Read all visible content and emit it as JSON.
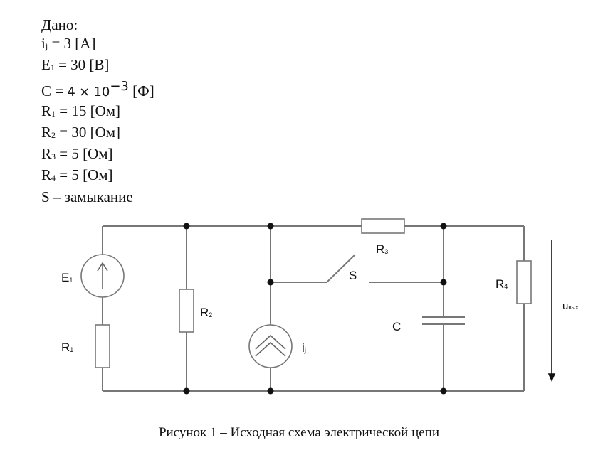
{
  "given": {
    "title": "Дано:",
    "params": [
      {
        "symbol": "i",
        "sub": "j",
        "value": "3",
        "unit": "[А]"
      },
      {
        "symbol": "E",
        "sub": "1",
        "value": "30",
        "unit": "[В]"
      },
      {
        "symbol": "C",
        "sub": "",
        "value_mantissa": "4",
        "times": "×",
        "value_base": "10",
        "value_exp": "−3",
        "unit": "[Ф]"
      },
      {
        "symbol": "R",
        "sub": "1",
        "value": "15",
        "unit": "[Ом]"
      },
      {
        "symbol": "R",
        "sub": "2",
        "value": "30",
        "unit": "[Ом]"
      },
      {
        "symbol": "R",
        "sub": "3",
        "value": "5",
        "unit": "[Ом]"
      },
      {
        "symbol": "R",
        "sub": "4",
        "value": "5",
        "unit": "[Ом]"
      }
    ],
    "switch_note": "S – замыкание"
  },
  "circuit": {
    "labels": {
      "E1": {
        "main": "E",
        "sub": "1"
      },
      "R1": {
        "main": "R",
        "sub": "1"
      },
      "R2": {
        "main": "R",
        "sub": "2"
      },
      "R3": {
        "main": "R",
        "sub": "3"
      },
      "R4": {
        "main": "R",
        "sub": "4"
      },
      "ij": {
        "main": "i",
        "sub": "j"
      },
      "S": {
        "main": "S"
      },
      "C": {
        "main": "C"
      },
      "uout": {
        "main": "u",
        "sub": "вых"
      }
    },
    "components": [
      {
        "id": "E1",
        "type": "voltage-source",
        "direction": "up"
      },
      {
        "id": "R1",
        "type": "resistor"
      },
      {
        "id": "R2",
        "type": "resistor"
      },
      {
        "id": "ij",
        "type": "current-source",
        "direction": "up"
      },
      {
        "id": "S",
        "type": "switch",
        "state": "open"
      },
      {
        "id": "R3",
        "type": "resistor"
      },
      {
        "id": "C",
        "type": "capacitor"
      },
      {
        "id": "R4",
        "type": "resistor"
      }
    ],
    "wire_color": "#777777",
    "node_color": "#111111"
  },
  "caption": "Рисунок 1 – Исходная схема электрической цепи"
}
